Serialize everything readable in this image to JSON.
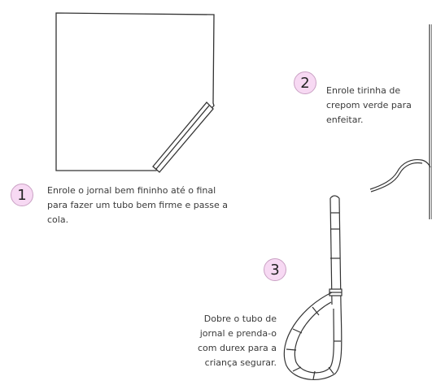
{
  "steps": [
    {
      "number": "1",
      "text": "Enrole o jornal bem fininho até o final para fazer um tubo bem firme e passe a cola."
    },
    {
      "number": "2",
      "text": "Enrole tirinha de crepom verde para enfeitar."
    },
    {
      "number": "3",
      "text": "Dobre o tubo de jornal e prenda-o com durex para a criança segurar."
    }
  ],
  "colors": {
    "badge_fill": "#f7d9f3",
    "badge_border": "#caa1c4",
    "line": "#333333"
  }
}
